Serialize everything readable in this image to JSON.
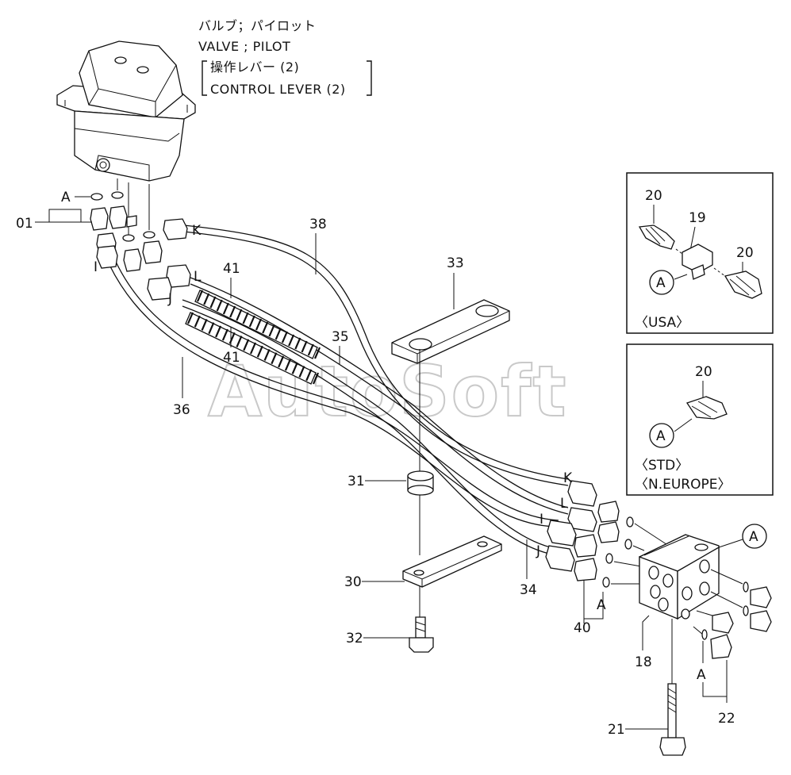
{
  "header": {
    "line1": "バルブ；パイロット",
    "line2": "VALVE ; PILOT",
    "line3": "操作レバー (2)",
    "line4": "CONTROL LEVER (2)"
  },
  "watermark": "AutoSoft",
  "callouts": {
    "p01": "01",
    "p18": "18",
    "p19": "19",
    "p20a": "20",
    "p20b": "20",
    "p20c": "20",
    "p21": "21",
    "p22": "22",
    "p30": "30",
    "p31": "31",
    "p32": "32",
    "p33": "33",
    "p34": "34",
    "p35": "35",
    "p36": "36",
    "p38": "38",
    "p40": "40",
    "p41a": "41",
    "p41b": "41"
  },
  "markers": {
    "a_left": "A",
    "a_circle_usa": "A",
    "a_circle_std": "A",
    "a_circle_main": "A",
    "a_40": "A",
    "a_22": "A",
    "hose_k_top": "K",
    "hose_l_top": "L",
    "hose_i_top": "I",
    "hose_j_top": "J",
    "hose_k_bot": "K",
    "hose_l_bot": "L",
    "hose_i_bot": "I",
    "hose_j_bot": "J"
  },
  "insets": {
    "usa_label": "〈USA〉",
    "std_label": "〈STD〉",
    "europe_label": "〈N.EUROPE〉"
  }
}
